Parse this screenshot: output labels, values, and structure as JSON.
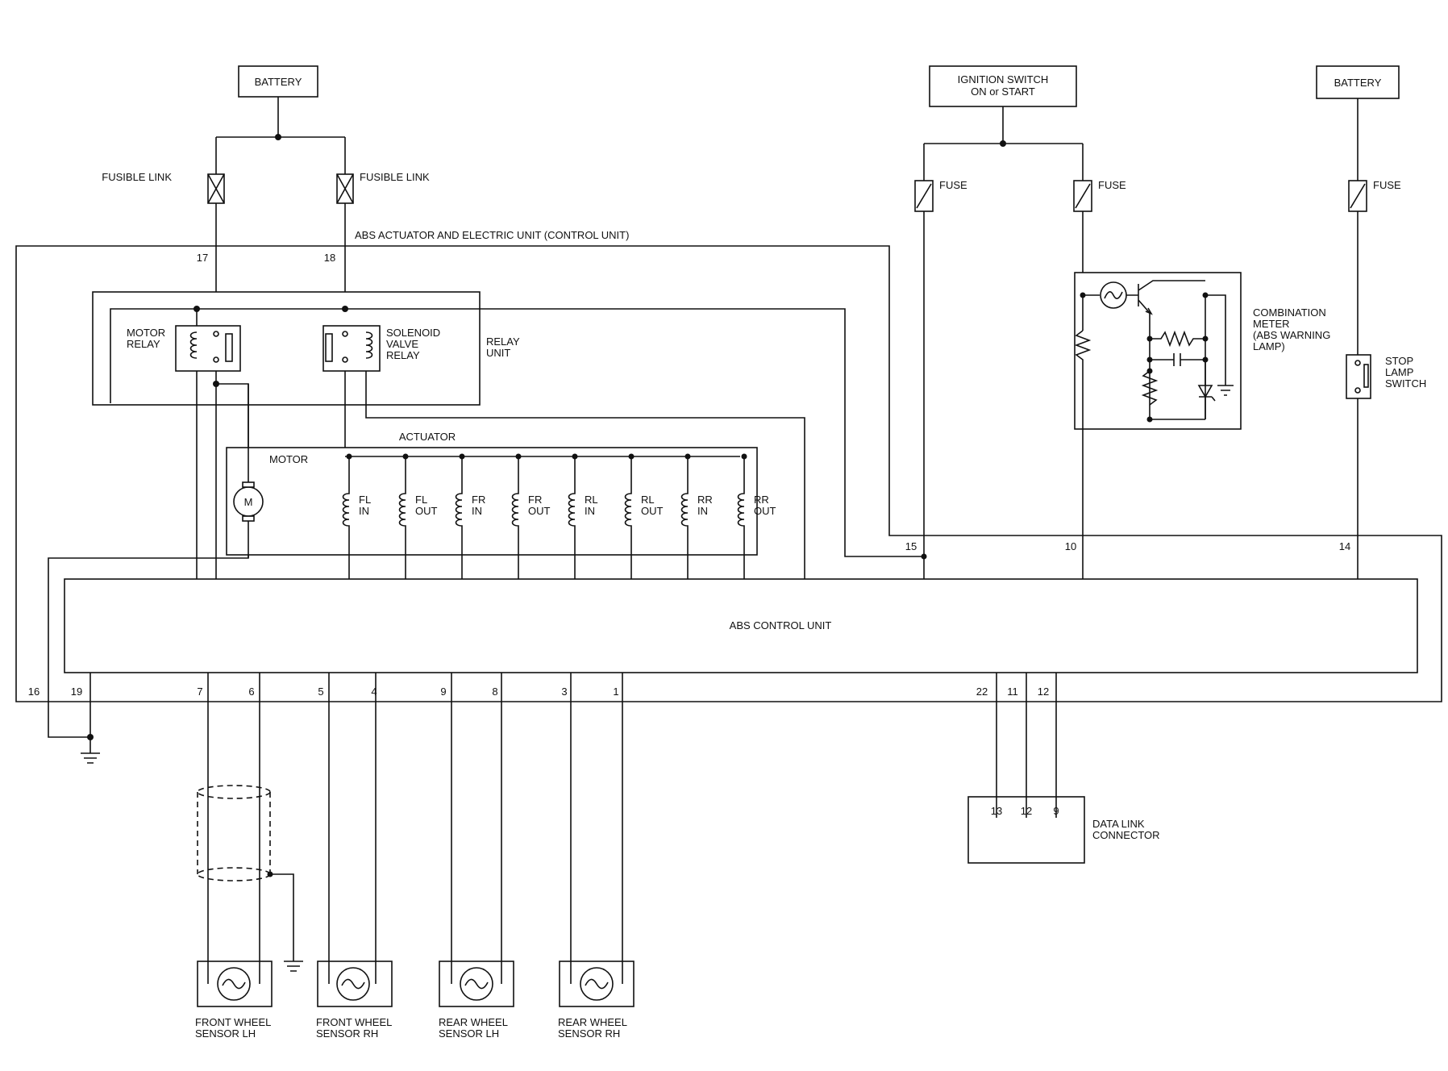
{
  "labels": {
    "battery_left": "BATTERY",
    "battery_right": "BATTERY",
    "ignition_l1": "IGNITION SWITCH",
    "ignition_l2": "ON or START",
    "fusible_link_left": "FUSIBLE LINK",
    "fusible_link_right": "FUSIBLE LINK",
    "fuse_1": "FUSE",
    "fuse_2": "FUSE",
    "fuse_3": "FUSE",
    "abs_unit_title": "ABS ACTUATOR AND ELECTRIC UNIT (CONTROL UNIT)",
    "motor_relay_l1": "MOTOR",
    "motor_relay_l2": "RELAY",
    "solenoid_l1": "SOLENOID",
    "solenoid_l2": "VALVE",
    "solenoid_l3": "RELAY",
    "relay_unit_l1": "RELAY",
    "relay_unit_l2": "UNIT",
    "actuator": "ACTUATOR",
    "motor": "MOTOR",
    "motor_symbol": "M",
    "combination_l1": "COMBINATION",
    "combination_l2": "METER",
    "combination_l3": "(ABS WARNING",
    "combination_l4": "LAMP)",
    "stop_l1": "STOP",
    "stop_l2": "LAMP",
    "stop_l3": "SWITCH",
    "abs_control_unit": "ABS CONTROL UNIT",
    "dlc_l1": "DATA LINK",
    "dlc_l2": "CONNECTOR",
    "sensor_flh_l1": "FRONT WHEEL",
    "sensor_flh_l2": "SENSOR LH",
    "sensor_frh_l1": "FRONT WHEEL",
    "sensor_frh_l2": "SENSOR RH",
    "sensor_rlh_l1": "REAR WHEEL",
    "sensor_rlh_l2": "SENSOR LH",
    "sensor_rrh_l1": "REAR WHEEL",
    "sensor_rrh_l2": "SENSOR RH"
  },
  "solenoids": [
    {
      "l1": "FL",
      "l2": "IN"
    },
    {
      "l1": "FL",
      "l2": "OUT"
    },
    {
      "l1": "FR",
      "l2": "IN"
    },
    {
      "l1": "FR",
      "l2": "OUT"
    },
    {
      "l1": "RL",
      "l2": "IN"
    },
    {
      "l1": "RL",
      "l2": "OUT"
    },
    {
      "l1": "RR",
      "l2": "IN"
    },
    {
      "l1": "RR",
      "l2": "OUT"
    }
  ],
  "pins": {
    "p17": "17",
    "p18": "18",
    "p15": "15",
    "p10": "10",
    "p14": "14",
    "p16": "16",
    "p19": "19",
    "p7": "7",
    "p6": "6",
    "p5": "5",
    "p4": "4",
    "p9": "9",
    "p8": "8",
    "p3": "3",
    "p1": "1",
    "p22": "22",
    "p11": "11",
    "p12": "12",
    "dlc13": "13",
    "dlc12": "12",
    "dlc9": "9"
  }
}
